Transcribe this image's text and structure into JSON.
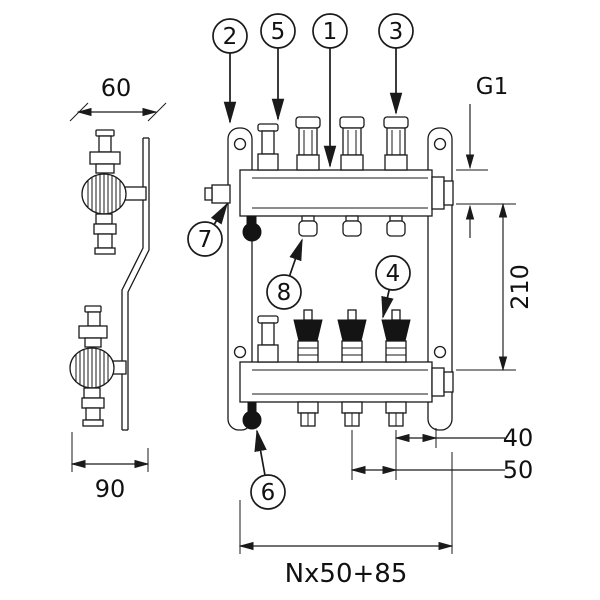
{
  "drawing": {
    "callouts": {
      "1": "1",
      "2": "2",
      "3": "3",
      "4": "4",
      "5": "5",
      "6": "6",
      "7": "7",
      "8": "8"
    },
    "dimensions": {
      "side_width": "60",
      "side_depth": "90",
      "connection_thread": "G1",
      "bar_spacing": "210",
      "end_offset": "40",
      "outlet_spacing": "50",
      "total_length": "Nx50+85"
    }
  }
}
